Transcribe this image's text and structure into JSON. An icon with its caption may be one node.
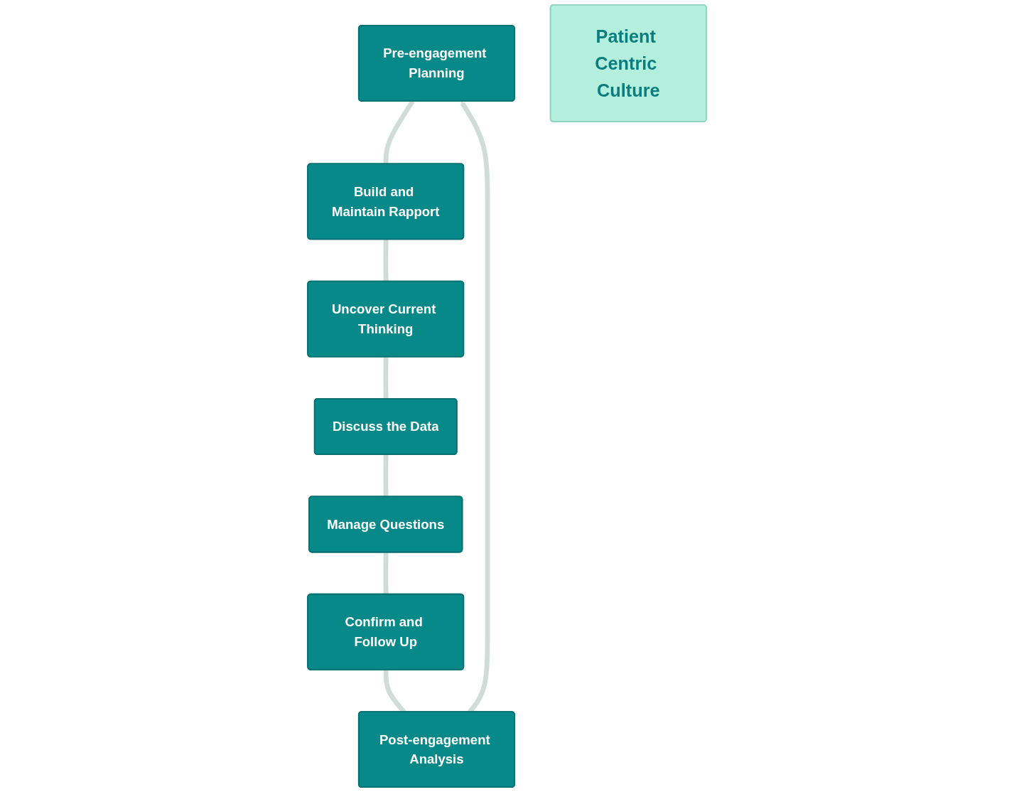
{
  "diagram": {
    "nodes": [
      {
        "text": [
          "Pre-engagement Planning"
        ]
      },
      {
        "text": [
          "Post-engagement Analysis"
        ]
      },
      {
        "text": [
          "Build and Maintain Rapport"
        ]
      },
      {
        "text": [
          "Patient Centric Culture"
        ]
      },
      {
        "text": [
          "Uncover Current Thinking"
        ]
      },
      {
        "text": [
          "Confirm and Follow Up"
        ]
      },
      {
        "text": [
          "Manage Questions"
        ]
      },
      {
        "text": [
          "Discuss the Data"
        ]
      }
    ],
    "edges": [
      {
        "from": 0,
        "to": 2,
        "arrow": "none"
      },
      {
        "from": 2,
        "to": 4,
        "arrow": "none"
      },
      {
        "from": 4,
        "to": 7,
        "arrow": "none"
      },
      {
        "from": 7,
        "to": 6,
        "arrow": "none"
      },
      {
        "from": 6,
        "to": 5,
        "arrow": "none"
      },
      {
        "from": 5,
        "to": 1,
        "arrow": "none"
      },
      {
        "from": 1,
        "to": 0,
        "arrow": "to"
      }
    ]
  }
}
